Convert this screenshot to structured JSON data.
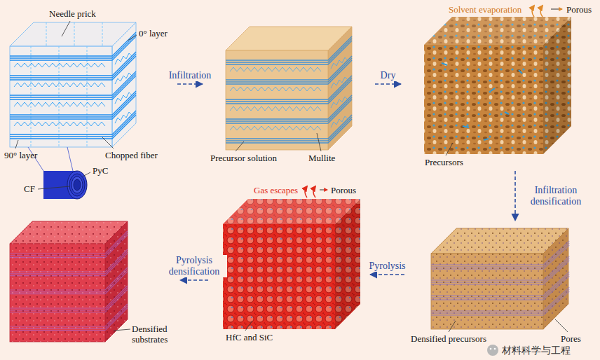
{
  "diagram": {
    "nodes": [
      {
        "text": [
          "Needle prick",
          "0° layer",
          "90° layer",
          "Chopped fiber",
          "PyC",
          "CF"
        ]
      },
      {
        "text": [
          "Precursor solution",
          "Mullite"
        ]
      },
      {
        "text": [
          "Solvent evaporation",
          "Porous",
          "Precursors"
        ]
      },
      {
        "text": [
          "Densified precursors",
          "Pores"
        ]
      },
      {
        "text": [
          "Gas escapes",
          "Porous",
          "HfC and SiC"
        ]
      },
      {
        "text": [
          "Densified substrates"
        ]
      }
    ],
    "edges": [
      {
        "from": 0,
        "to": 1,
        "arrow": "to",
        "label": "Infiltration"
      },
      {
        "from": 1,
        "to": 2,
        "arrow": "to",
        "label": "Dry"
      },
      {
        "from": 2,
        "to": 3,
        "arrow": "to",
        "label": "Infiltration densification"
      },
      {
        "from": 3,
        "to": 4,
        "arrow": "to",
        "label": "Pyrolysis"
      },
      {
        "from": 4,
        "to": 5,
        "arrow": "to",
        "label": "Pyrolysis densification"
      }
    ],
    "labels": [
      "材料科学与工程"
    ]
  }
}
